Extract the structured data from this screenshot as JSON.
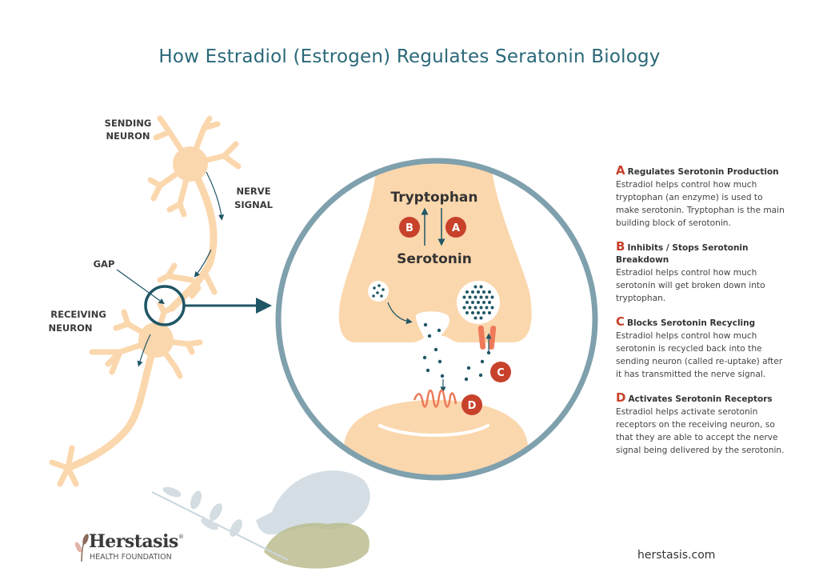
{
  "title": "How Estradiol (Estrogen) Regulates Seratonin Biology",
  "labels": {
    "sending_neuron": [
      "SENDING",
      "NEURON"
    ],
    "nerve_signal": [
      "NERVE",
      "SIGNAL"
    ],
    "gap": "GAP",
    "receiving_neuron": [
      "RECEIVING",
      "NEURON"
    ]
  },
  "synapse": {
    "top_molecule": "Tryptophan",
    "bottom_molecule": "Serotonin",
    "badges": {
      "a": "A",
      "b": "B",
      "c": "C",
      "d": "D"
    }
  },
  "explanations": [
    {
      "letter": "A",
      "heading": "Regulates Serotonin Production",
      "text": "Estradiol helps control how much tryptophan (an enzyme) is used to make serotonin. Tryptophan is the main building block of serotonin."
    },
    {
      "letter": "B",
      "heading": "Inhibits / Stops Serotonin Breakdown",
      "text": "Estradiol helps control how much serotonin will get broken down into tryptophan."
    },
    {
      "letter": "C",
      "heading": "Blocks Serotonin Recycling",
      "text": "Estradiol helps control how much serotonin is recycled back into the sending neuron (called re-uptake) after it has transmitted the nerve signal."
    },
    {
      "letter": "D",
      "heading": "Activates Serotonin Receptors",
      "text": "Estradiol helps activate serotonin receptors on the receiving neuron, so that they are able to accept the nerve signal being delivered by the serotonin."
    }
  ],
  "logo": {
    "name": "Herstasis",
    "registered": "®",
    "subtitle": "HEALTH FOUNDATION"
  },
  "website": "herstasis.com",
  "colors": {
    "neuron": "#fbd7ad",
    "teal": "#1f5665",
    "accent": "#c8412b",
    "ring": "#7fa0ad",
    "title": "#2a6878"
  }
}
